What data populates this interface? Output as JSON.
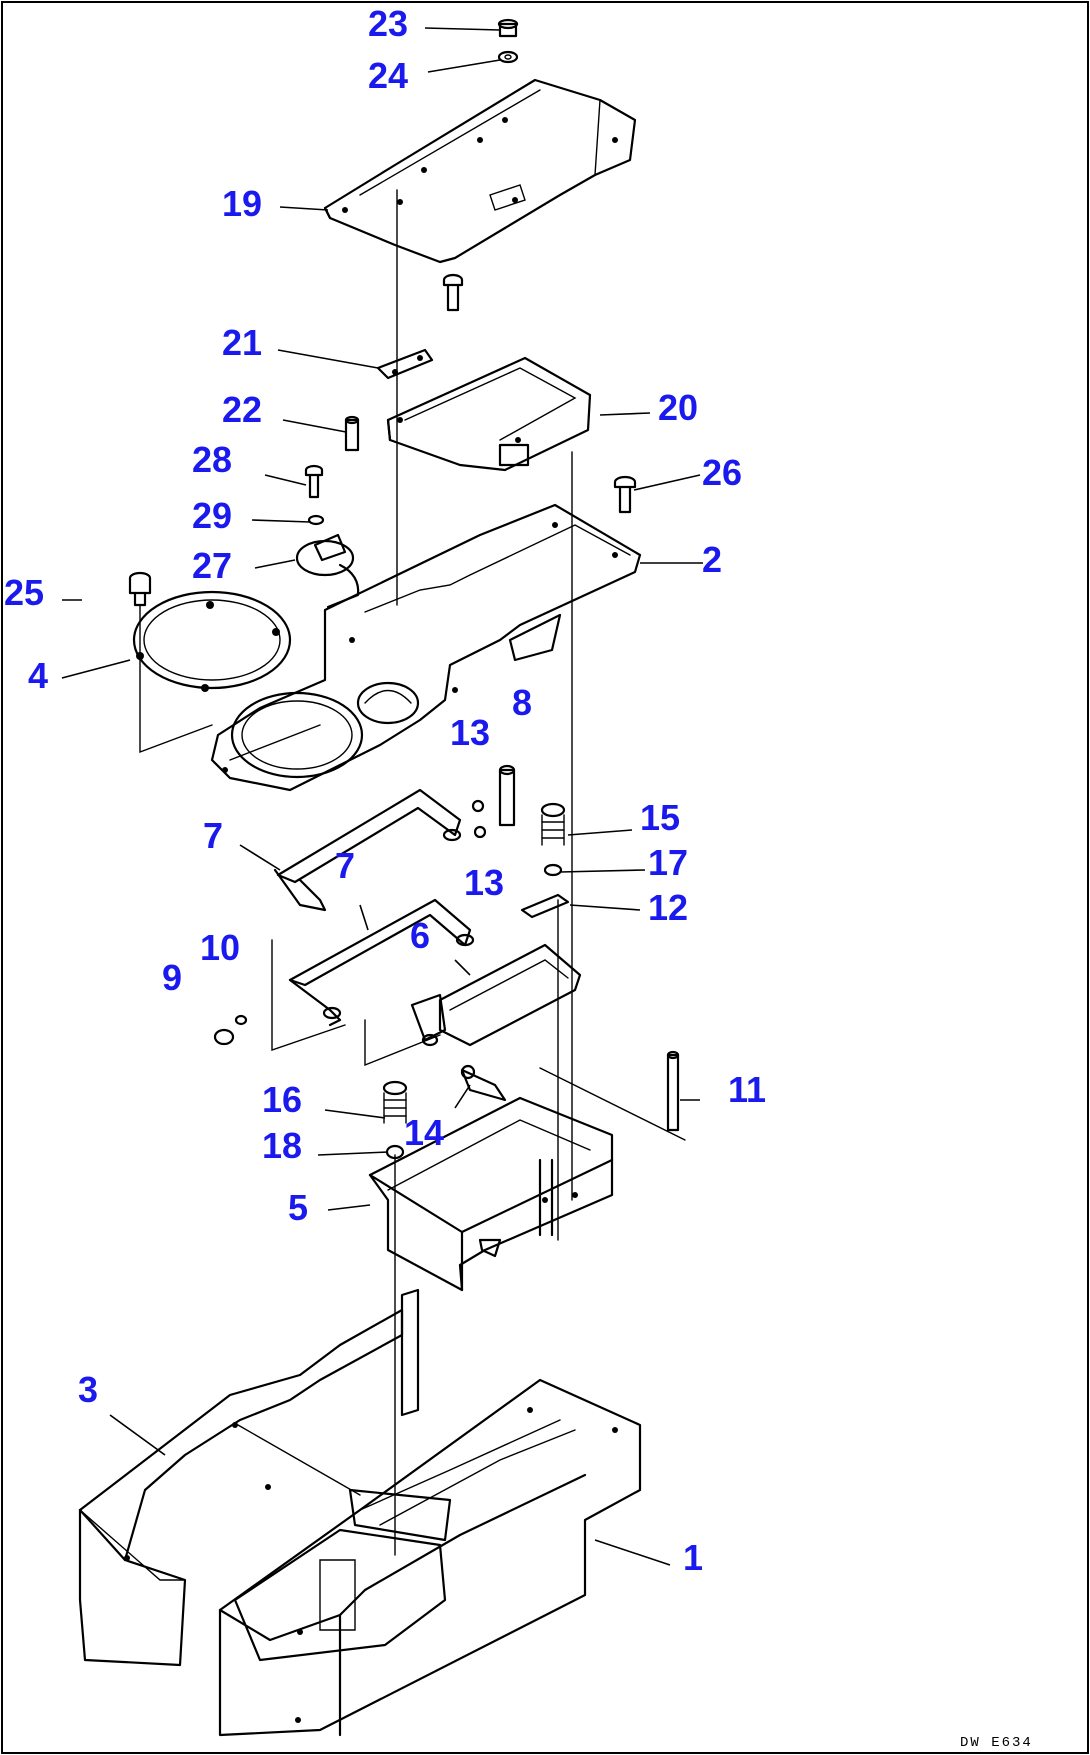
{
  "drawing": {
    "code": "DW E634"
  },
  "callouts": {
    "c1": "1",
    "c2": "2",
    "c3": "3",
    "c4": "4",
    "c5": "5",
    "c6": "6",
    "c7a": "7",
    "c7b": "7",
    "c8": "8",
    "c9": "9",
    "c10": "10",
    "c11": "11",
    "c12": "12",
    "c13a": "13",
    "c13b": "13",
    "c14": "14",
    "c15": "15",
    "c16": "16",
    "c17": "17",
    "c18": "18",
    "c19": "19",
    "c20": "20",
    "c21": "21",
    "c22": "22",
    "c23": "23",
    "c24": "24",
    "c25": "25",
    "c26": "26",
    "c27": "27",
    "c28": "28",
    "c29": "29"
  },
  "colors": {
    "callout": "#1a1aee",
    "line": "#000000",
    "background": "#ffffff"
  }
}
